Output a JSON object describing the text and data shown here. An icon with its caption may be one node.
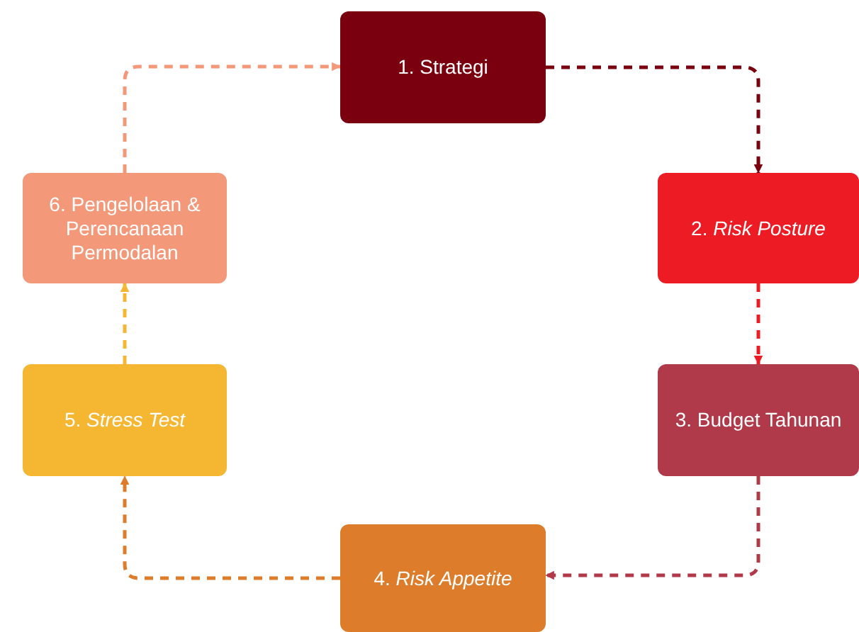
{
  "diagram": {
    "nodes": [
      {
        "text": [
          "1. Strategi"
        ]
      },
      {
        "text": [
          "2. *Risk Posture*"
        ]
      },
      {
        "text": [
          "3. Budget Tahunan"
        ]
      },
      {
        "text": [
          "4. *Risk Appetite*"
        ]
      },
      {
        "text": [
          "5. *Stress Test*"
        ]
      },
      {
        "text": [
          "6. Pengelolaan & Perencanaan Permodalan"
        ]
      }
    ],
    "edges": [
      {
        "from": 0,
        "to": 1,
        "arrow": "to",
        "style": "dashed",
        "color": "#7a0010"
      },
      {
        "from": 1,
        "to": 2,
        "arrow": "to",
        "style": "dashed",
        "color": "#ed1c24"
      },
      {
        "from": 2,
        "to": 3,
        "arrow": "to",
        "style": "dashed",
        "color": "#b03a4a"
      },
      {
        "from": 3,
        "to": 4,
        "arrow": "to",
        "style": "dashed",
        "color": "#dd7c2a"
      },
      {
        "from": 4,
        "to": 5,
        "arrow": "to",
        "style": "dashed",
        "color": "#f5b731"
      },
      {
        "from": 5,
        "to": 0,
        "arrow": "to",
        "style": "dashed",
        "color": "#f4987a"
      }
    ]
  }
}
